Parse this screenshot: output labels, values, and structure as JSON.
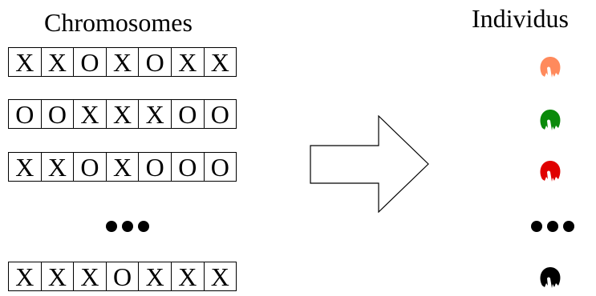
{
  "titles": {
    "chromosomes": "Chromosomes",
    "individus": "Individus"
  },
  "chromosomes": [
    [
      "X",
      "X",
      "O",
      "X",
      "O",
      "X",
      "X"
    ],
    [
      "O",
      "O",
      "X",
      "X",
      "X",
      "O",
      "O"
    ],
    [
      "X",
      "X",
      "O",
      "X",
      "O",
      "O",
      "O"
    ],
    [
      "X",
      "X",
      "X",
      "O",
      "X",
      "X",
      "X"
    ]
  ],
  "individuals": [
    {
      "icon": "creature-icon",
      "color": "#ff8a5c"
    },
    {
      "icon": "creature-icon",
      "color": "#0a8a0a"
    },
    {
      "icon": "creature-icon",
      "color": "#e00000"
    },
    {
      "icon": "creature-icon",
      "color": "#000000"
    }
  ],
  "arrow": {
    "icon": "right-arrow-icon"
  }
}
